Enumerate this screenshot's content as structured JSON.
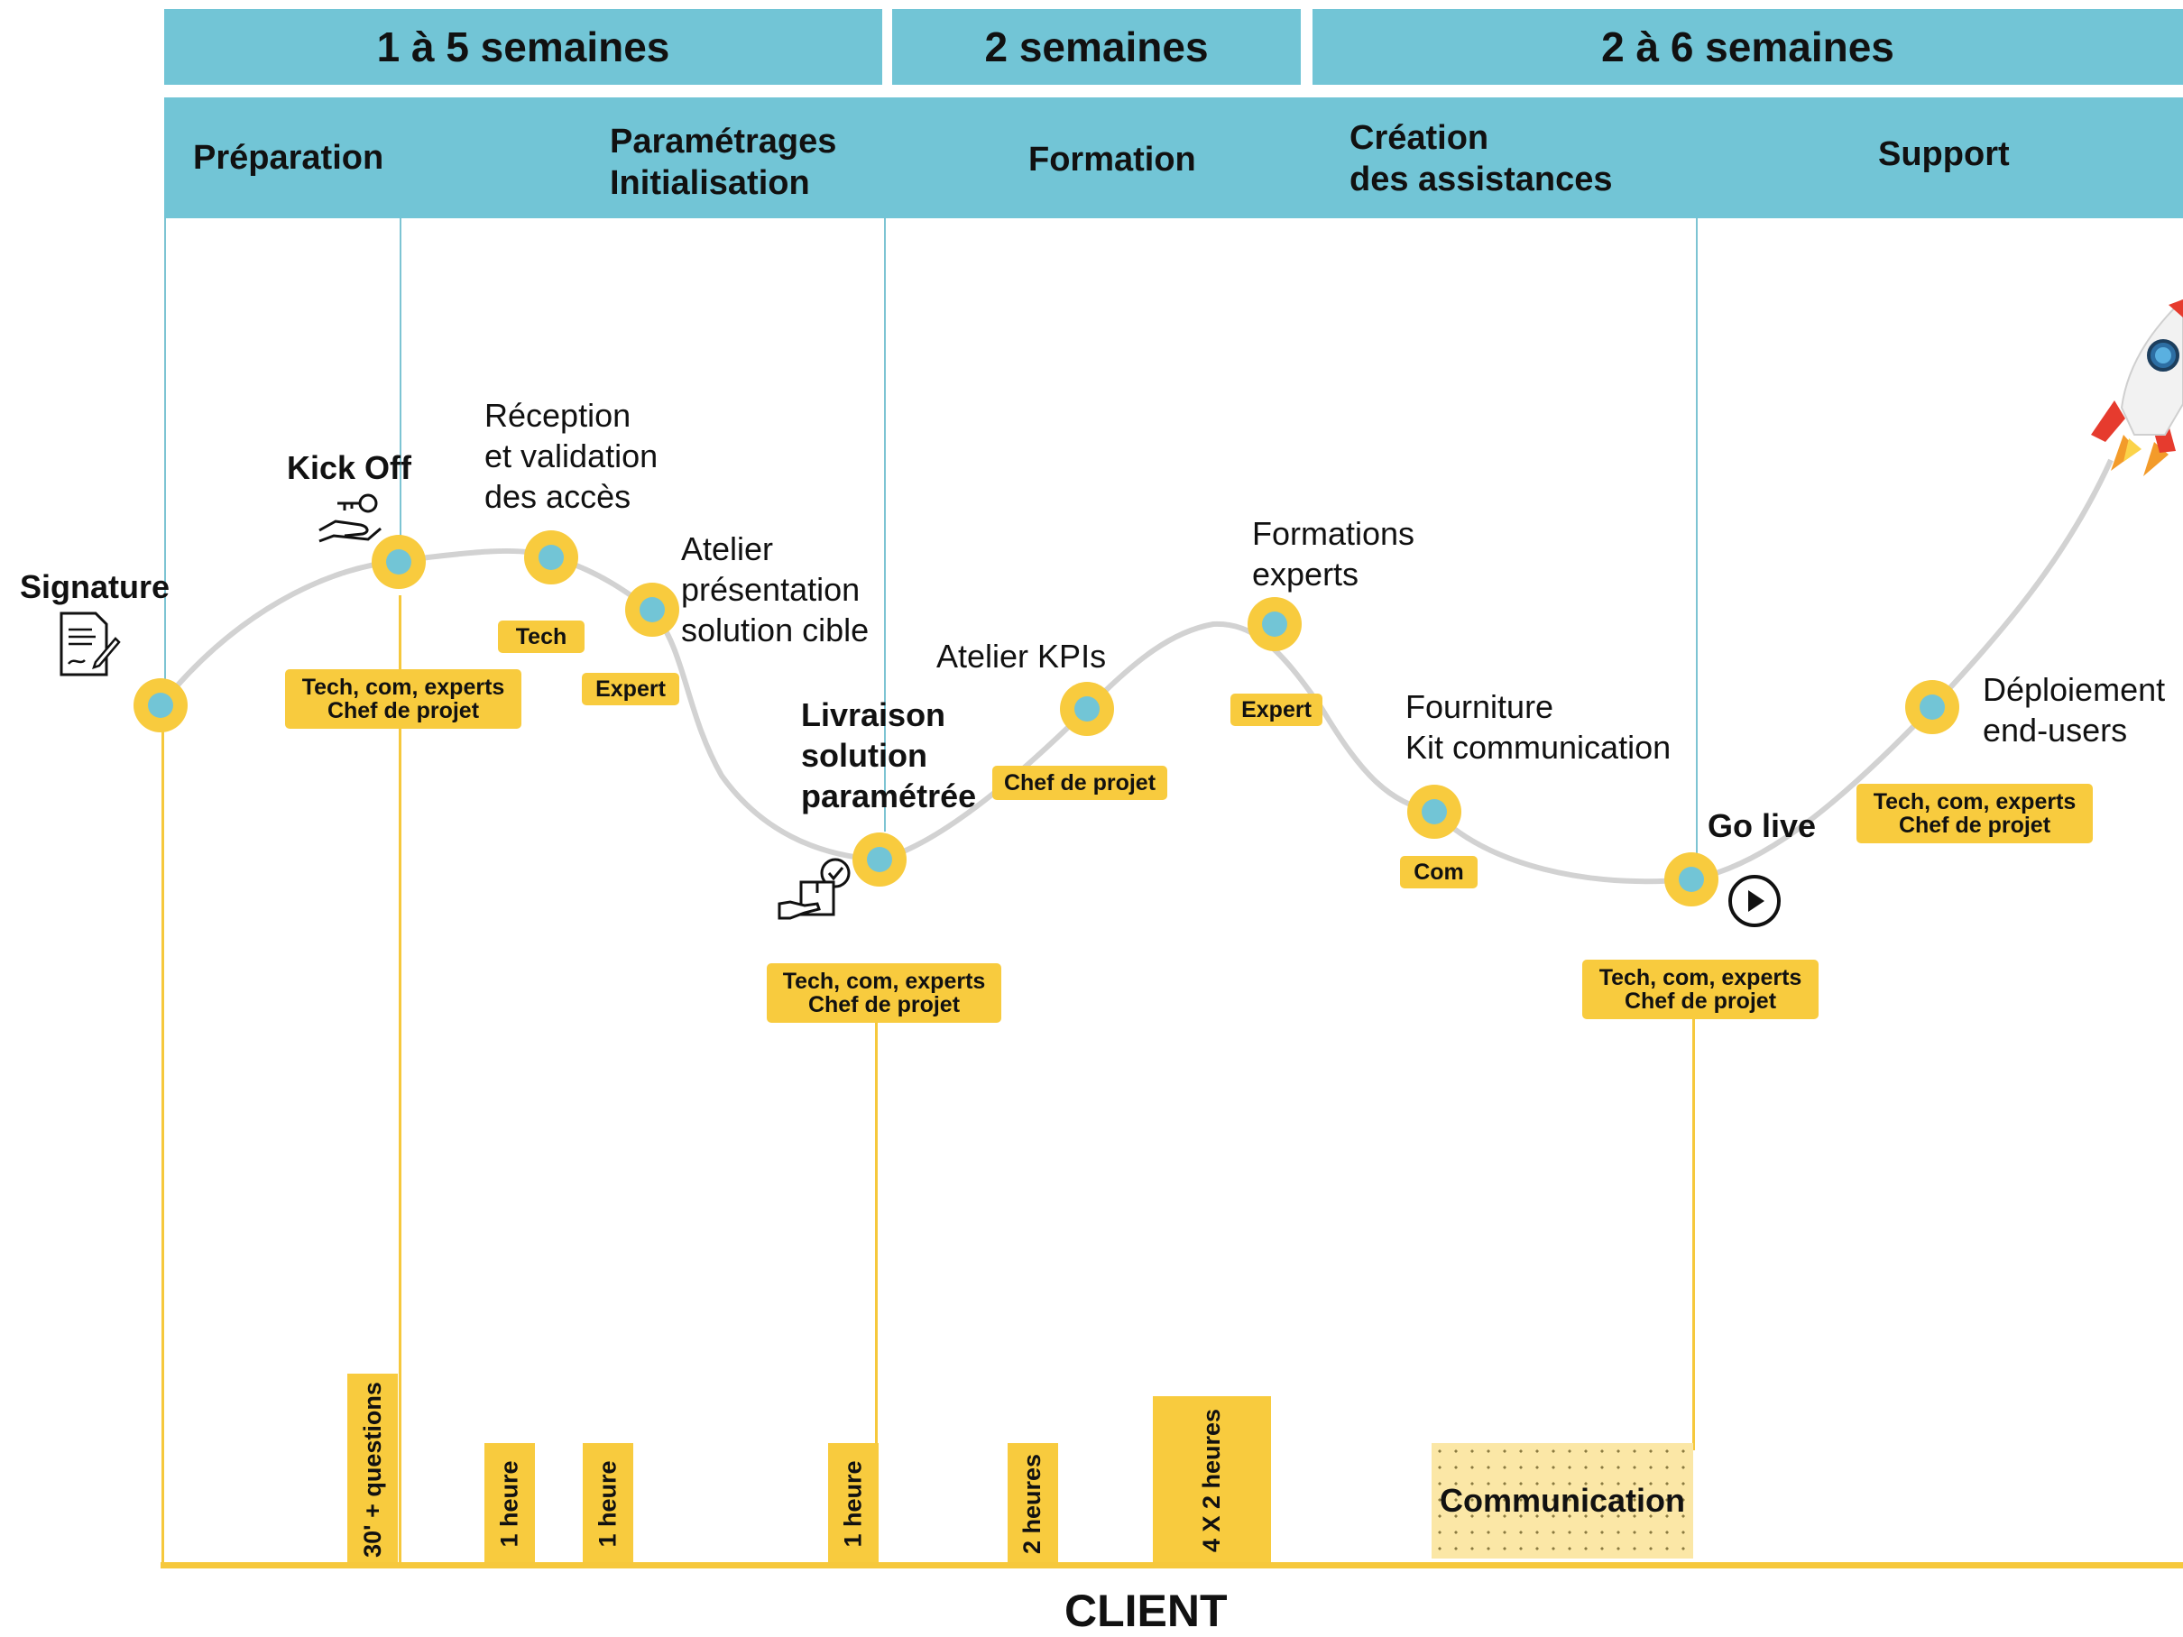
{
  "durations": [
    "1 à 5 semaines",
    "2 semaines",
    "2 à 6 semaines"
  ],
  "phases": {
    "preparation": "Préparation",
    "parametrages_line1": "Paramétrages",
    "parametrages_line2": "Initialisation",
    "formation": "Formation",
    "creation_line1": "Création",
    "creation_line2": "des assistances",
    "support": "Support"
  },
  "milestones": {
    "signature": "Signature",
    "kickoff": "Kick Off",
    "reception": [
      "Réception",
      "et validation",
      "des accès"
    ],
    "atelier": [
      "Atelier",
      "présentation",
      "solution cible"
    ],
    "livraison": [
      "Livraison",
      "solution",
      "paramétrée"
    ],
    "atelier_kpis": "Atelier KPIs",
    "formations": [
      "Formations",
      "experts"
    ],
    "fourniture": [
      "Fourniture",
      "Kit communication"
    ],
    "golive": "Go live",
    "deploiement": [
      "Déploiement",
      "end-users"
    ]
  },
  "badges": {
    "team_line1": "Tech, com, experts",
    "team_line2": "Chef de projet",
    "tech": "Tech",
    "expert": "Expert",
    "chef": "Chef de projet",
    "com": "Com"
  },
  "client_bars": [
    "30' + questions",
    "1 heure",
    "1 heure",
    "1 heure",
    "2 heures",
    "4 X 2 heures"
  ],
  "communication": "Communication",
  "client_label": "CLIENT",
  "icons": [
    "signature-document-icon",
    "handshake-key-icon",
    "delivery-box-check-icon",
    "play-icon",
    "rocket-icon"
  ],
  "colors": {
    "accent_blue": "#72c5d6",
    "accent_yellow": "#f8cb3e",
    "curve": "#d2d2d2"
  }
}
